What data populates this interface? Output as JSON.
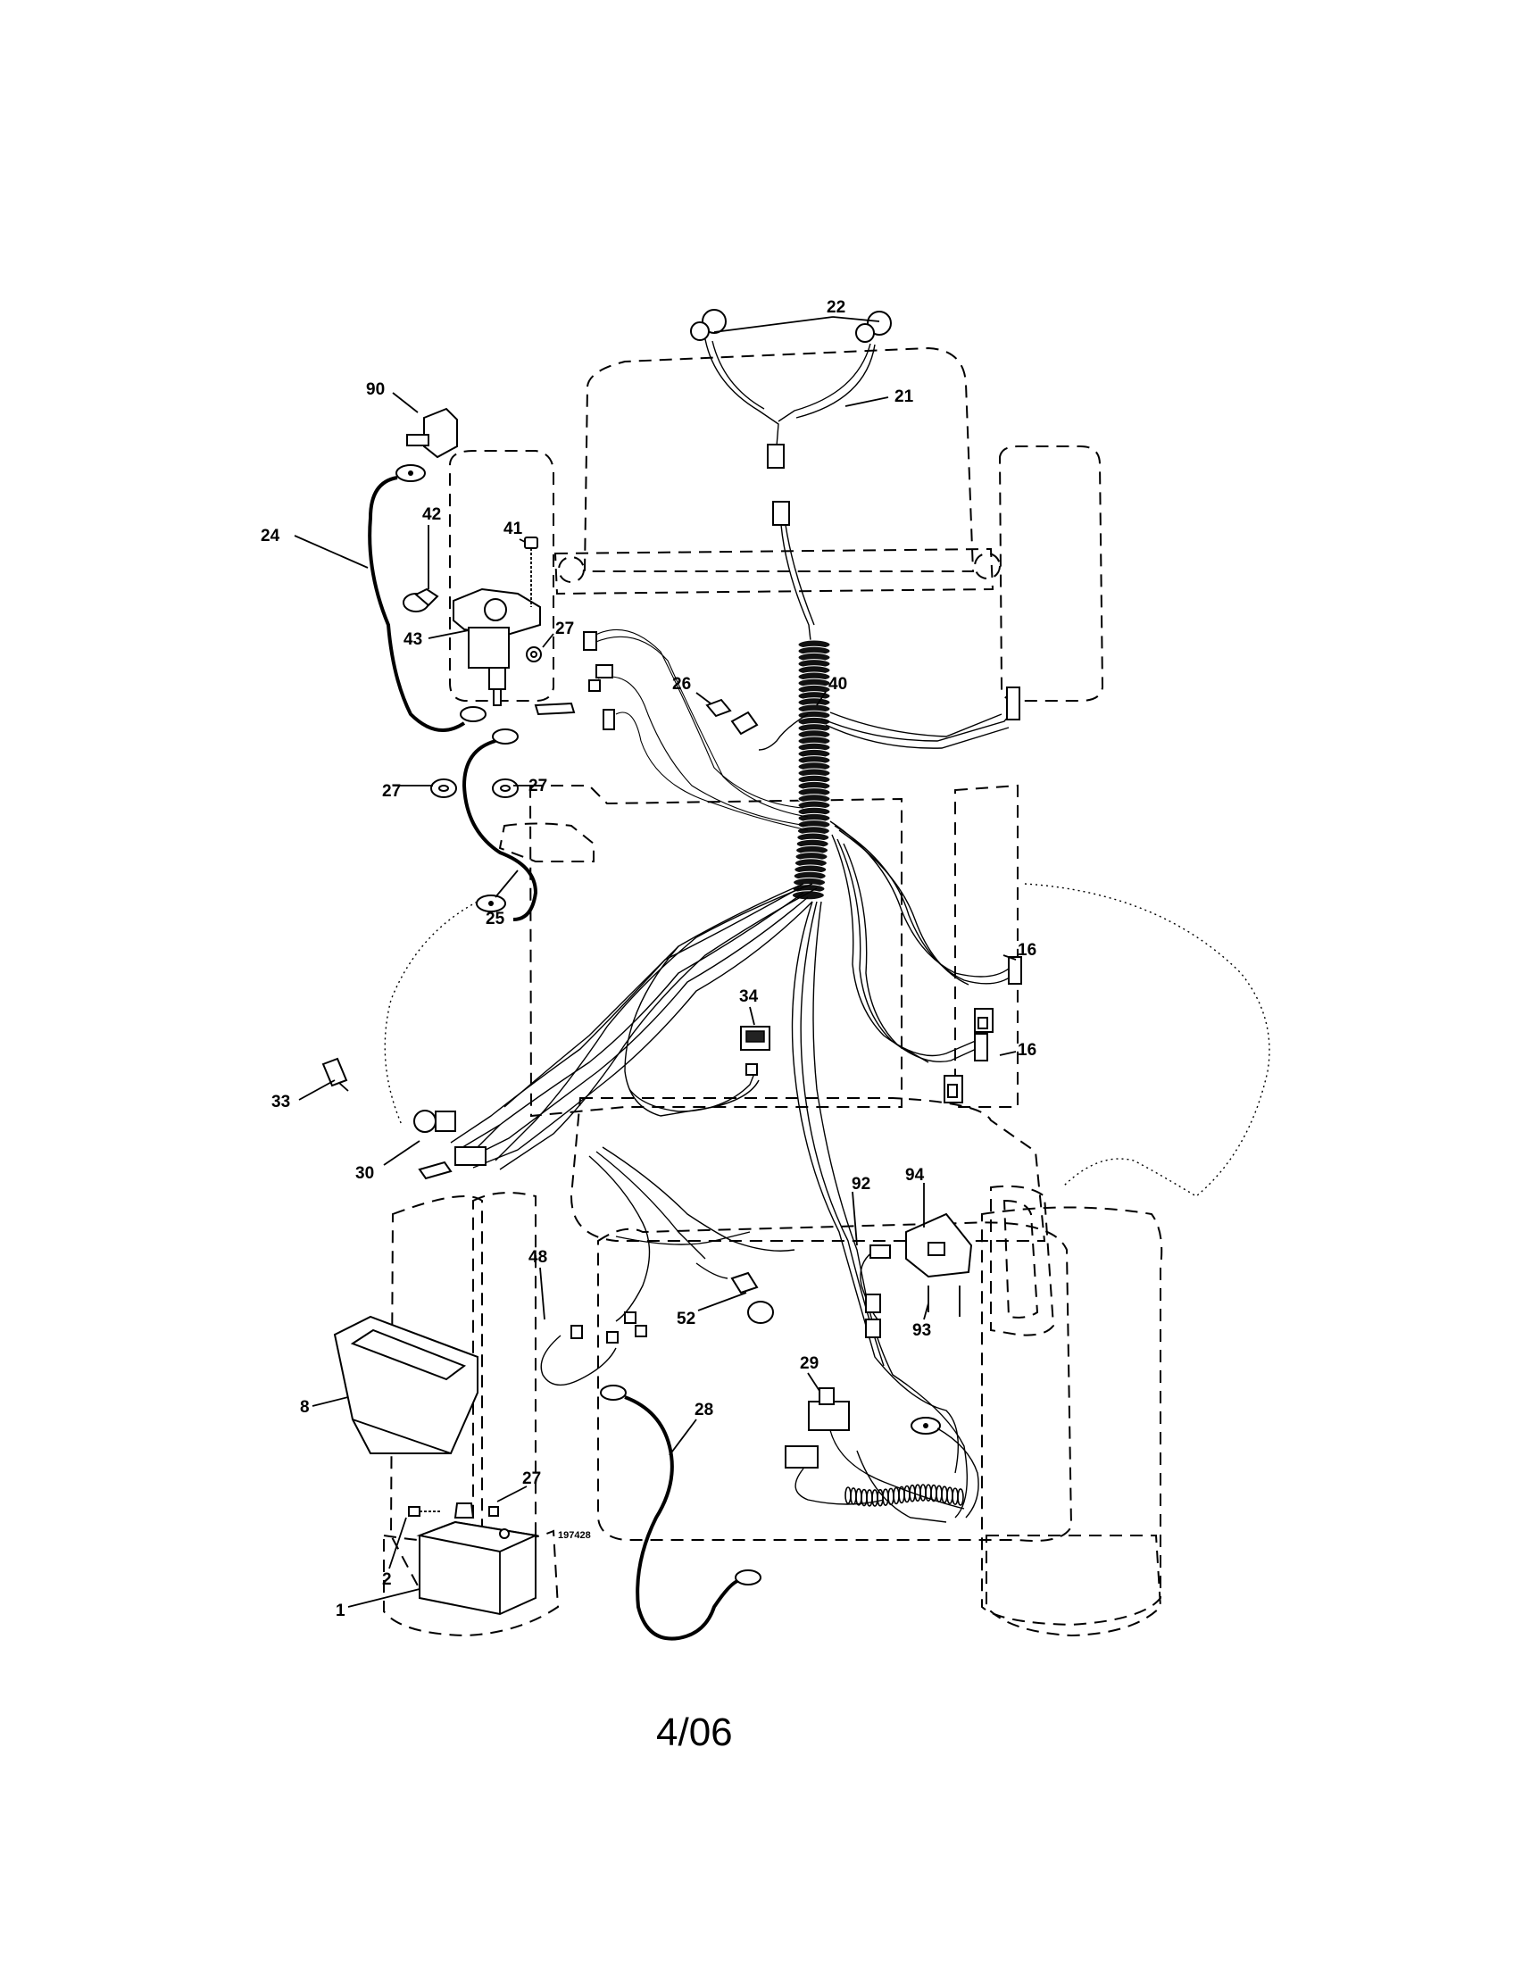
{
  "part_numbers": {
    "p22": "22",
    "p21": "21",
    "p90": "90",
    "p42": "42",
    "p41": "41",
    "p24": "24",
    "p43": "43",
    "p27a": "27",
    "p26": "26",
    "p40": "40",
    "p27b": "27",
    "p27c": "27",
    "p25": "25",
    "p16a": "16",
    "p16b": "16",
    "p34": "34",
    "p33": "33",
    "p30": "30",
    "p92": "92",
    "p94": "94",
    "p93": "93",
    "p48": "48",
    "p52": "52",
    "p29": "29",
    "p8": "8",
    "p28": "28",
    "p27d": "27",
    "p2": "2",
    "p1": "1"
  },
  "drawing_number": "197428",
  "date_code": "4/06"
}
